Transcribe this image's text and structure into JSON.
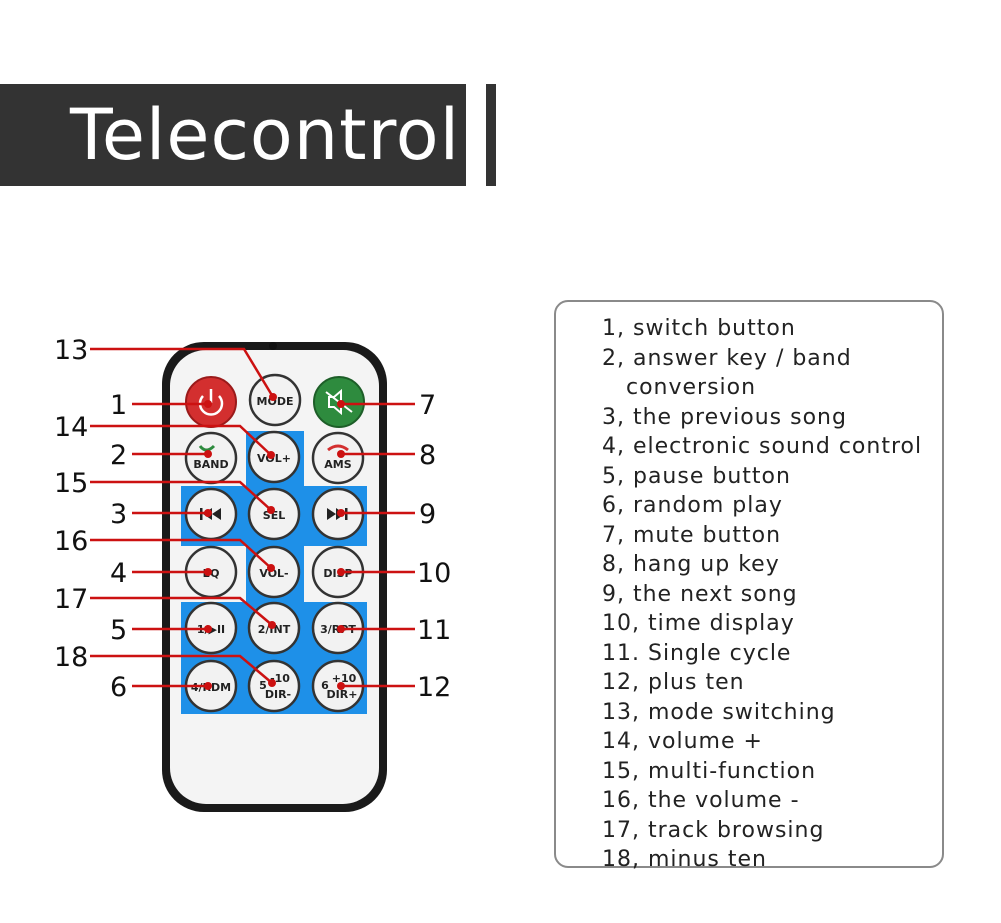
{
  "title": "Telecontrol",
  "buttons": {
    "mode": "MODE",
    "band": "BAND",
    "vol_plus": "VOL+",
    "ams": "AMS",
    "sel": "SEL",
    "eq": "EQ",
    "vol_minus": "VOL-",
    "disp": "DISP",
    "btn1": "1/▶II",
    "btn2": "2/INT",
    "btn3": "3/RPT",
    "btn4": "4/RDM",
    "btn5_num": "5",
    "btn5_top": "-10",
    "btn5_bottom": "DIR-",
    "btn6_num": "6",
    "btn6_top": "+10",
    "btn6_bottom": "DIR+"
  },
  "callouts": [
    "1",
    "2",
    "3",
    "4",
    "5",
    "6",
    "7",
    "8",
    "9",
    "10",
    "11",
    "12",
    "13",
    "14",
    "15",
    "16",
    "17",
    "18"
  ],
  "legend": [
    "1, switch button",
    "2, answer key / band",
    "conversion",
    "3, the previous song",
    "4, electronic sound control",
    "5, pause button",
    "6, random play",
    "7, mute button",
    "8, hang up key",
    "9, the next song",
    "10, time display",
    "11. Single cycle",
    "12, plus ten",
    "13, mode switching",
    "14, volume +",
    "15, multi-function",
    "16, the volume -",
    "17, track browsing",
    "18, minus ten"
  ],
  "colors": {
    "banner": "#333333",
    "blue_panel": "#1e90e8",
    "power_red": "#d32f2f",
    "mute_green": "#2e8b3e",
    "leader_red": "#cc1111"
  }
}
